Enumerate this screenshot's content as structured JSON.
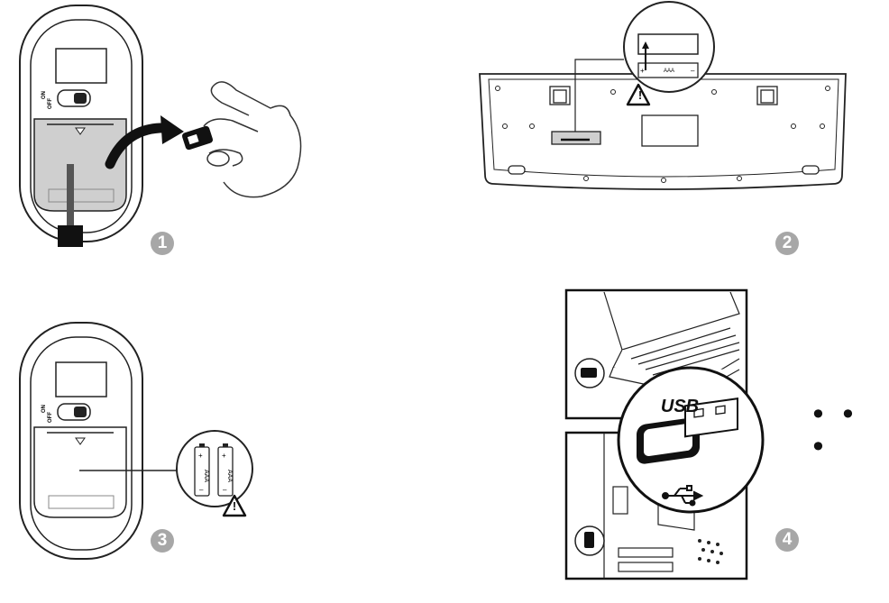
{
  "steps": {
    "s1": "1",
    "s2": "2",
    "s3": "3",
    "s4": "4"
  },
  "mouse_switch": {
    "on": "ON",
    "off": "OFF"
  },
  "battery": {
    "type": "AAA",
    "plus": "+",
    "minus": "–"
  },
  "warning_glyph": "!",
  "usb_label": "USB",
  "more_indicator": "• • •",
  "colors": {
    "line": "#222222",
    "badge": "#a7a7a7",
    "cover_gray": "#cfcfcf"
  },
  "icons": [
    "arrow-icon",
    "warning-icon",
    "usb-symbol-icon",
    "hand-icon"
  ]
}
